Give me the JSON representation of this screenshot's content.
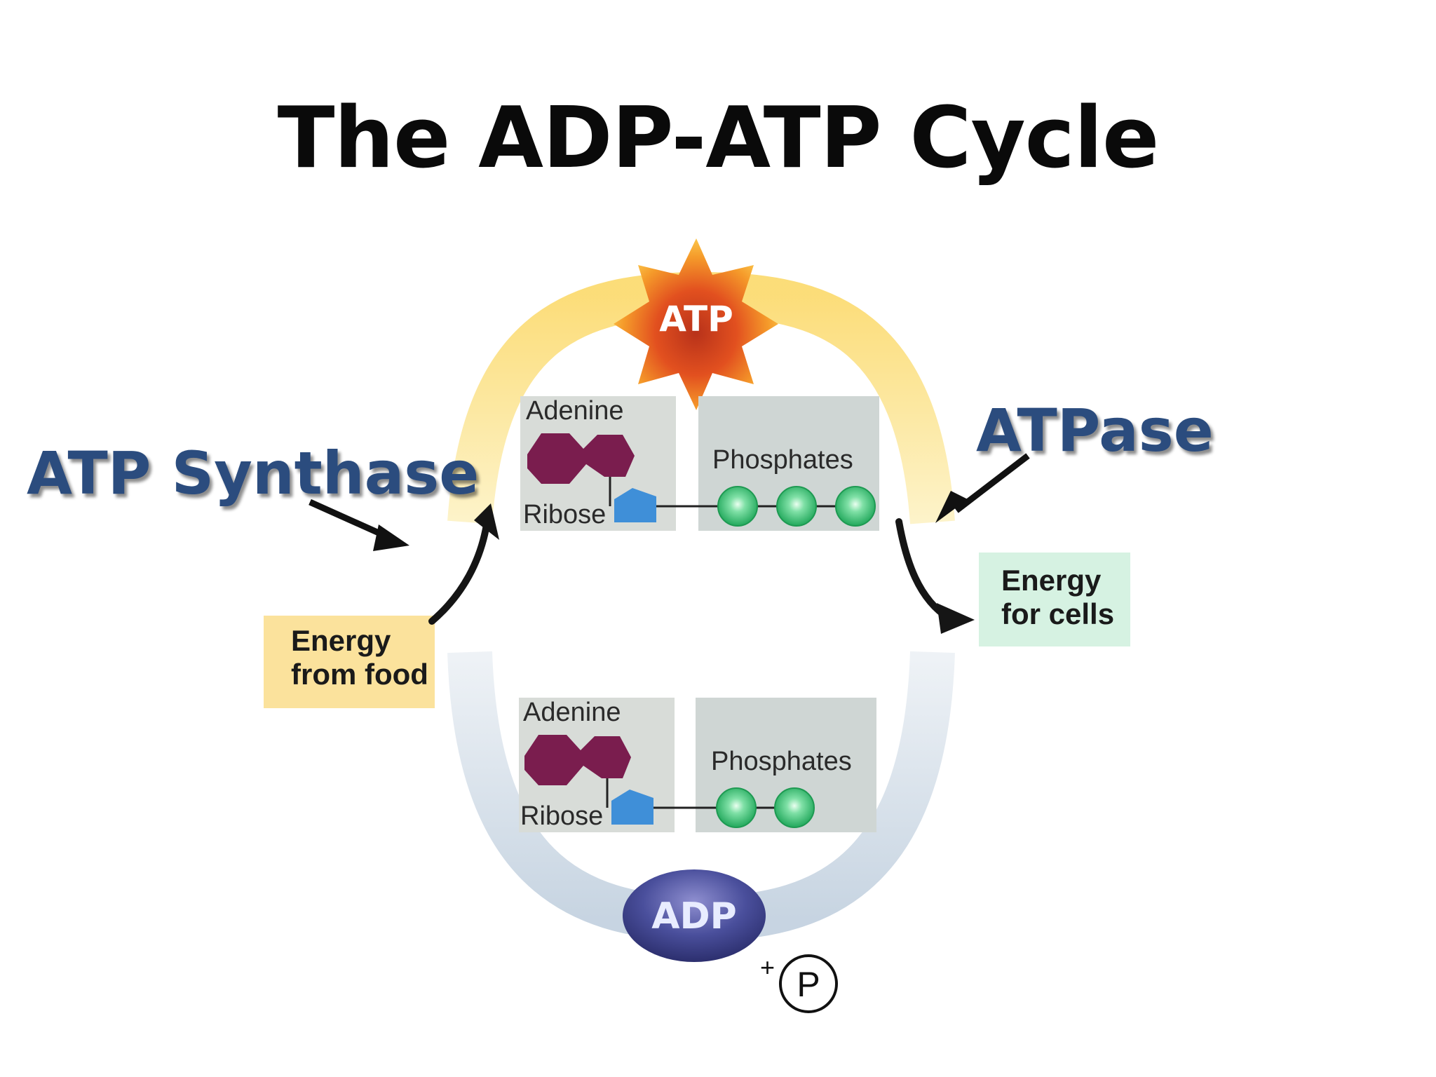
{
  "title": "The ADP-ATP Cycle",
  "enzymes": {
    "synthase": "ATP Synthase",
    "atpase": "ATPase"
  },
  "atp": {
    "badge": "ATP",
    "adenine": "Adenine",
    "ribose": "Ribose",
    "phosphates": "Phosphates",
    "phosphate_count": 3
  },
  "adp": {
    "badge": "ADP",
    "adenine": "Adenine",
    "ribose": "Ribose",
    "phosphates": "Phosphates",
    "phosphate_count": 2,
    "plus": "+",
    "p_symbol": "P"
  },
  "energy_in": {
    "line1": "Energy",
    "line2": "from food"
  },
  "energy_out": {
    "line1": "Energy",
    "line2": "for cells"
  },
  "colors": {
    "title": "#0a0a0a",
    "enzyme_text": "#2b4c7e",
    "atp_arc": "#fbe38a",
    "adp_arc": "#ccd9e6",
    "energy_food_box": "#fbe29c",
    "energy_cells_box": "#d6f2e2",
    "adenine": "#7a1d4e",
    "ribose": "#3f8fd8",
    "phosphate": "#3cc27a",
    "molecule_panel": "#d5dbd8"
  }
}
